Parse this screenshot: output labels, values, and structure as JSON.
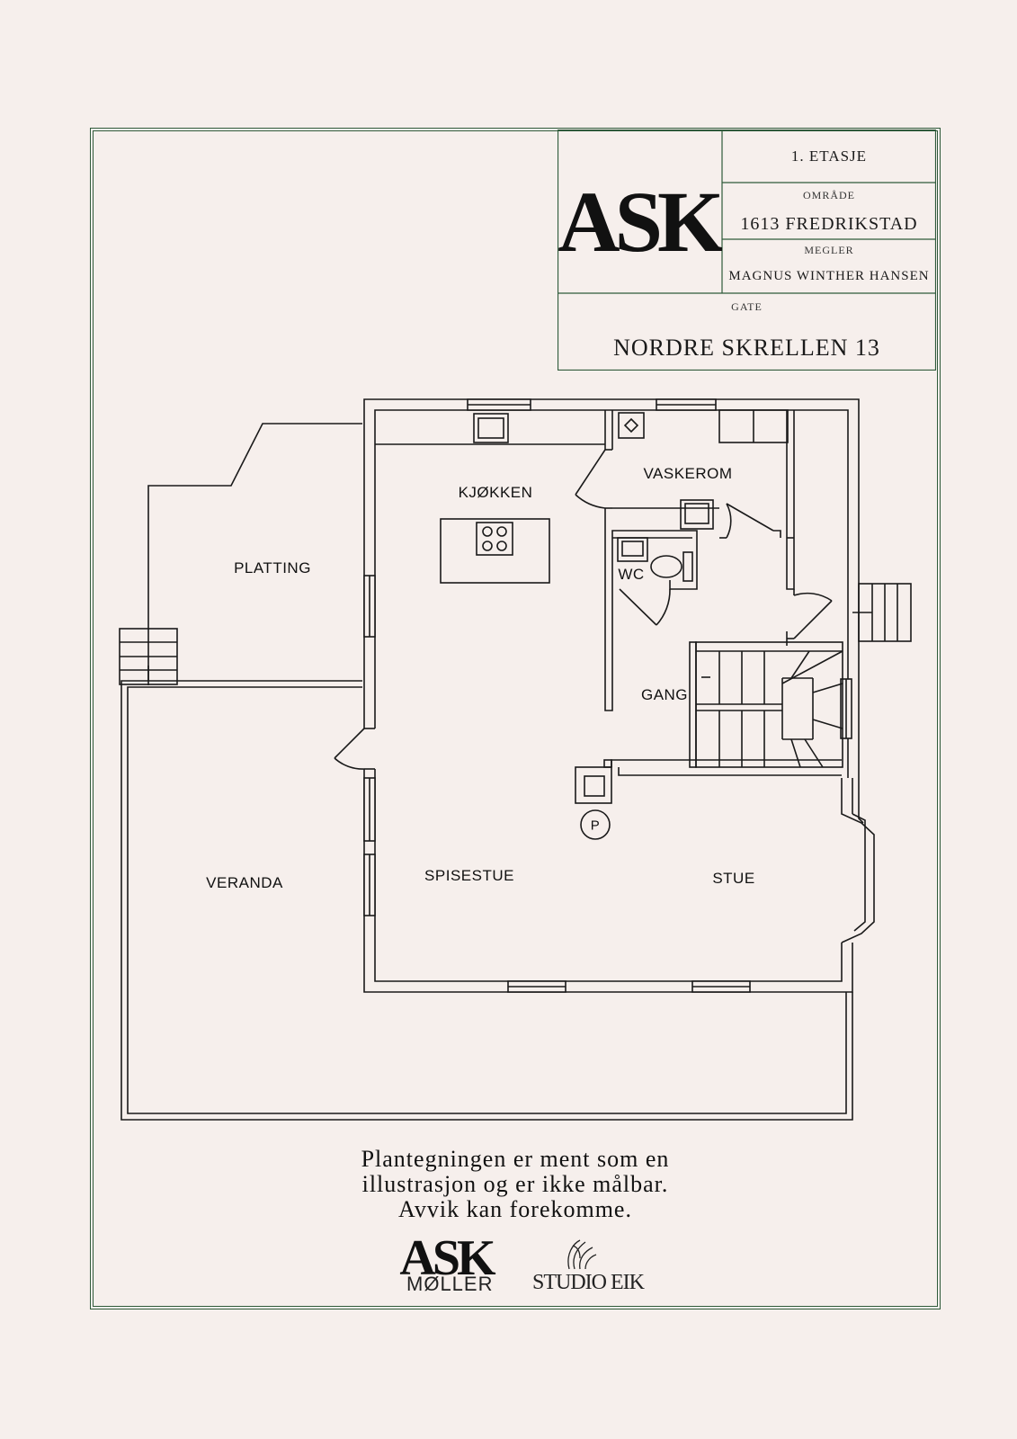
{
  "title_block": {
    "floor": "1. ETASJE",
    "area_label": "OMRÅDE",
    "area_value": "1613 FREDRIKSTAD",
    "agent_label": "MEGLER",
    "agent_value": "MAGNUS WINTHER HANSEN",
    "street_label": "GATE",
    "street_value": "NORDRE SKRELLEN 13"
  },
  "logo": {
    "text": "ASK"
  },
  "rooms": {
    "kjokken": "KJØKKEN",
    "vaskerom": "VASKEROM",
    "platting": "PLATTING",
    "wc": "WC",
    "gang": "GANG",
    "veranda": "VERANDA",
    "spisestue": "SPISESTUE",
    "stue": "STUE",
    "pillar": "P"
  },
  "disclaimer": {
    "line1": "Plantegningen er ment som en",
    "line2": "illustrasjon og er ikke målbar.",
    "line3": "Avvik kan forekomme."
  },
  "footer_logos": {
    "ask_text": "ASK",
    "ask_sub": "MØLLER",
    "eik_sub": "STUDIO EIK"
  },
  "colors": {
    "background": "#f6efec",
    "frame": "#2f5a3a",
    "ink": "#1a1a1a"
  }
}
